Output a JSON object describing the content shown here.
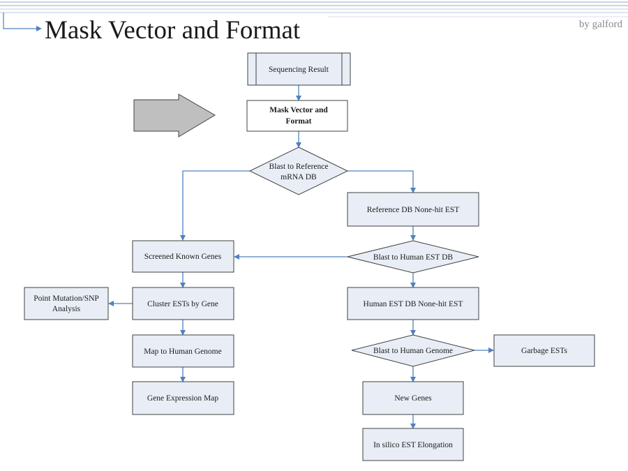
{
  "title": "Mask Vector and Format",
  "byline": "by galford",
  "colors": {
    "box_fill": "#e9eef6",
    "box_stroke": "#404040",
    "arrow": "#4f81bd",
    "rule": "#b8c8e0",
    "pointer_fill": "#bfbfbf"
  },
  "nodes": {
    "sequencing_result": [
      "Sequencing Result"
    ],
    "mask_vector": [
      "Mask Vector and",
      "Format"
    ],
    "blast_reference": [
      "Blast to Reference",
      "mRNA DB"
    ],
    "reference_none_hit": [
      "Reference DB None-hit EST"
    ],
    "blast_human_est": [
      "Blast to Human EST DB"
    ],
    "screened_known": [
      "Screened Known Genes"
    ],
    "human_est_none_hit": [
      "Human EST DB None-hit EST"
    ],
    "cluster_ests": [
      "Cluster ESTs by Gene"
    ],
    "point_mutation": [
      "Point Mutation/SNP",
      "Analysis"
    ],
    "blast_human_genome": [
      "Blast to Human Genome"
    ],
    "garbage_ests": [
      "Garbage ESTs"
    ],
    "map_genome": [
      "Map to Human Genome"
    ],
    "new_genes": [
      "New Genes"
    ],
    "gene_expression": [
      "Gene Expression Map"
    ],
    "in_silico": [
      "In silico EST Elongation"
    ]
  }
}
